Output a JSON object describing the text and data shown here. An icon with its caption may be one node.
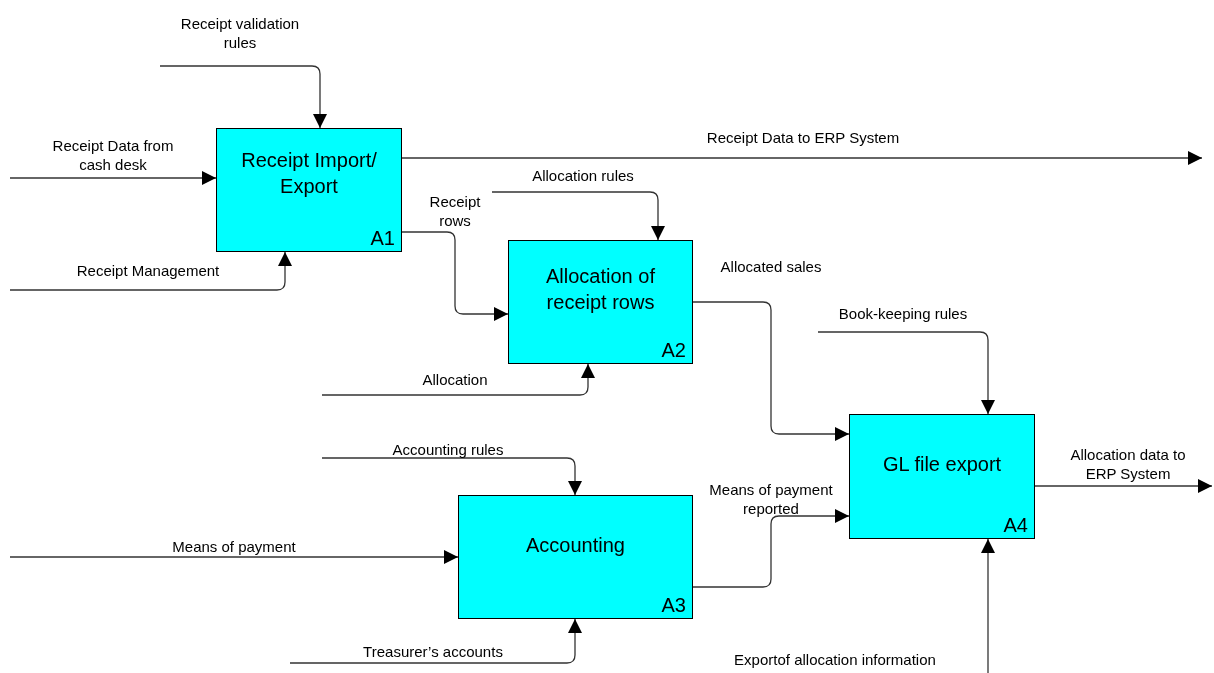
{
  "diagram": {
    "nodes": [
      {
        "text": [
          "Receipt Import/ Export",
          "A1"
        ]
      },
      {
        "text": [
          "Allocation of receipt rows",
          "A2"
        ]
      },
      {
        "text": [
          "Accounting",
          "A3"
        ]
      },
      {
        "text": [
          "GL file export",
          "A4"
        ]
      }
    ],
    "edges": [
      {
        "from": null,
        "to": 0,
        "arrow": "to",
        "label": "Receipt validation rules"
      },
      {
        "from": null,
        "to": 0,
        "arrow": "to",
        "label": "Receipt Data from cash desk"
      },
      {
        "from": null,
        "to": 0,
        "arrow": "to",
        "label": "Receipt Management"
      },
      {
        "from": 0,
        "to": null,
        "arrow": "to",
        "label": "Receipt Data to ERP System"
      },
      {
        "from": 0,
        "to": 1,
        "arrow": "to",
        "label": "Receipt rows"
      },
      {
        "from": null,
        "to": 1,
        "arrow": "to",
        "label": "Allocation rules"
      },
      {
        "from": null,
        "to": 1,
        "arrow": "to",
        "label": "Allocation"
      },
      {
        "from": 1,
        "to": 3,
        "arrow": "to",
        "label": "Allocated sales"
      },
      {
        "from": null,
        "to": 2,
        "arrow": "to",
        "label": "Accounting rules"
      },
      {
        "from": null,
        "to": 2,
        "arrow": "to",
        "label": "Means of payment"
      },
      {
        "from": null,
        "to": 2,
        "arrow": "to",
        "label": "Treasurer’s accounts"
      },
      {
        "from": 2,
        "to": 3,
        "arrow": "to",
        "label": "Means of payment reported"
      },
      {
        "from": null,
        "to": 3,
        "arrow": "to",
        "label": "Book-keeping rules"
      },
      {
        "from": null,
        "to": 3,
        "arrow": "to",
        "label": "Exportof allocation information"
      },
      {
        "from": 3,
        "to": null,
        "arrow": "to",
        "label": "Allocation data to ERP System"
      }
    ]
  }
}
